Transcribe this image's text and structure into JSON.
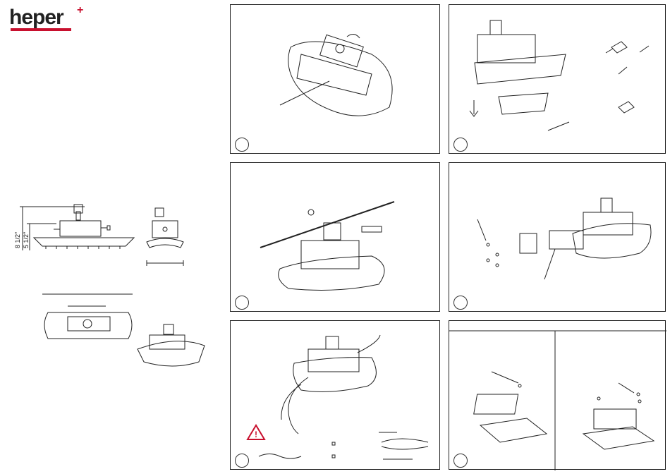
{
  "brand": {
    "name": "heper",
    "plus_mark": "+",
    "accent_color": "#c8102e",
    "text_color": "#222222"
  },
  "dimensions": {
    "overall_height": "8 1/2\"",
    "body_height": "5 1/2\""
  },
  "panels": [
    {
      "id": "step-1",
      "icon": "rotation-arrow-icon"
    },
    {
      "id": "step-2",
      "icon": "push-arrow-icon"
    },
    {
      "id": "step-3",
      "icon": "wire-rope-icon"
    },
    {
      "id": "step-4",
      "icon": "screw-icon"
    },
    {
      "id": "step-5",
      "icon": "warning-triangle-icon"
    },
    {
      "id": "step-6",
      "icon": "mounting-plate-icon"
    }
  ]
}
